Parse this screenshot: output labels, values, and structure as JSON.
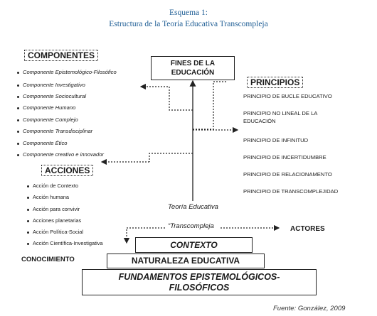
{
  "title": {
    "line1": "Esquema 1:",
    "line2": "Estructura de la Teoría Educativa Transcompleja"
  },
  "componentes": {
    "header": "COMPONENTES",
    "items": [
      "Componente Epistemológico-Filosófico",
      "Componente Investigativo",
      "Componente Sociocultural",
      "Componente Humano",
      "Componente Complejo",
      "Componente Transdisciplinar",
      "Componente Ético",
      "Componente creativo e innovador"
    ]
  },
  "acciones": {
    "header": "ACCIONES",
    "items": [
      "Acción de Contexto",
      "Acción humana",
      "Acción para convivir",
      "Acciones planetarias",
      "Acción Política-Social",
      "Acción Científica-Investigativa"
    ]
  },
  "fines": {
    "line1": "FINES DE LA",
    "line2": "EDUCACIÓN"
  },
  "principios": {
    "header": "PRINCIPIOS",
    "items": [
      "PRINCIPIO DE BUCLE EDUCATIVO",
      "PRINCIPIO NO LINEAL DE LA EDUCACIÓN",
      "PRINCIPIO DE INFINITUD",
      "PRINCIPIO DE INCERTIDUMBRE",
      "PRINCIPIO DE RELACIONAMENTO",
      "PRINCIPIO DE TRANSCOMPLEJIDAD"
    ]
  },
  "center": {
    "teoria": "Teoría Educativa",
    "transcompleja": "“Transcompleja"
  },
  "actores": "ACTORES",
  "conocimiento": "CONOCIMIENTO",
  "bases": {
    "contexto": "CONTEXTO",
    "naturaleza": "NATURALEZA EDUCATIVA",
    "fundamentos_line1": "FUNDAMENTOS EPISTEMOLÓGICOS-",
    "fundamentos_line2": "FILOSÓFICOS"
  },
  "source": "Fuente: González, 2009"
}
